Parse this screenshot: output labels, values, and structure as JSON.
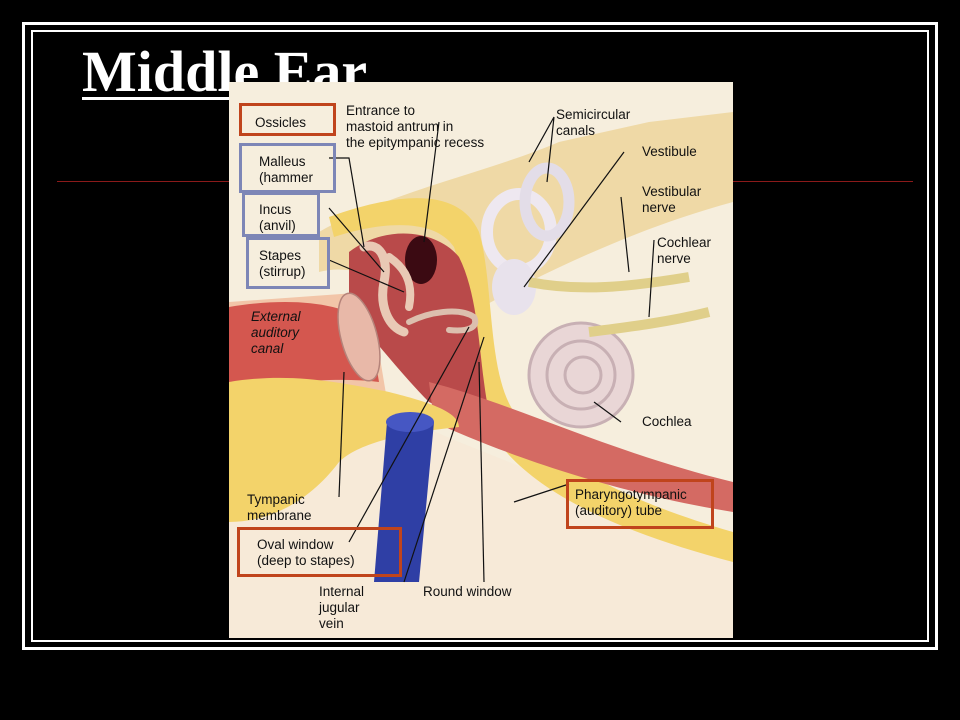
{
  "slide": {
    "title": "Middle Ear"
  },
  "figure": {
    "labels": {
      "ossicles": "Ossicles",
      "entrance": [
        "Entrance to",
        "mastoid antrum in",
        "the epitympanic recess"
      ],
      "semicircular": [
        "Semicircular",
        "canals"
      ],
      "vestibule": "Vestibule",
      "vestibular_nerve": [
        "Vestibular",
        "nerve"
      ],
      "cochlear_nerve": [
        "Cochlear",
        "nerve"
      ],
      "malleus": [
        "Malleus",
        "(hammer"
      ],
      "incus": [
        "Incus",
        "(anvil)"
      ],
      "stapes": [
        "Stapes",
        "(stirrup)"
      ],
      "external_canal": [
        "External",
        "auditory",
        "canal"
      ],
      "cochlea": "Cochlea",
      "tympanic_membrane": [
        "Tympanic",
        "membrane"
      ],
      "pharyngotympanic": [
        "Pharyngotympanic",
        "(auditory) tube"
      ],
      "oval_window": [
        "Oval window",
        "(deep to stapes)"
      ],
      "round_window": "Round window",
      "jugular_vein": [
        "Internal",
        "jugular",
        "vein"
      ]
    },
    "highlight_colors": {
      "red": "#c0441c",
      "blue": "#7d86b6"
    }
  }
}
